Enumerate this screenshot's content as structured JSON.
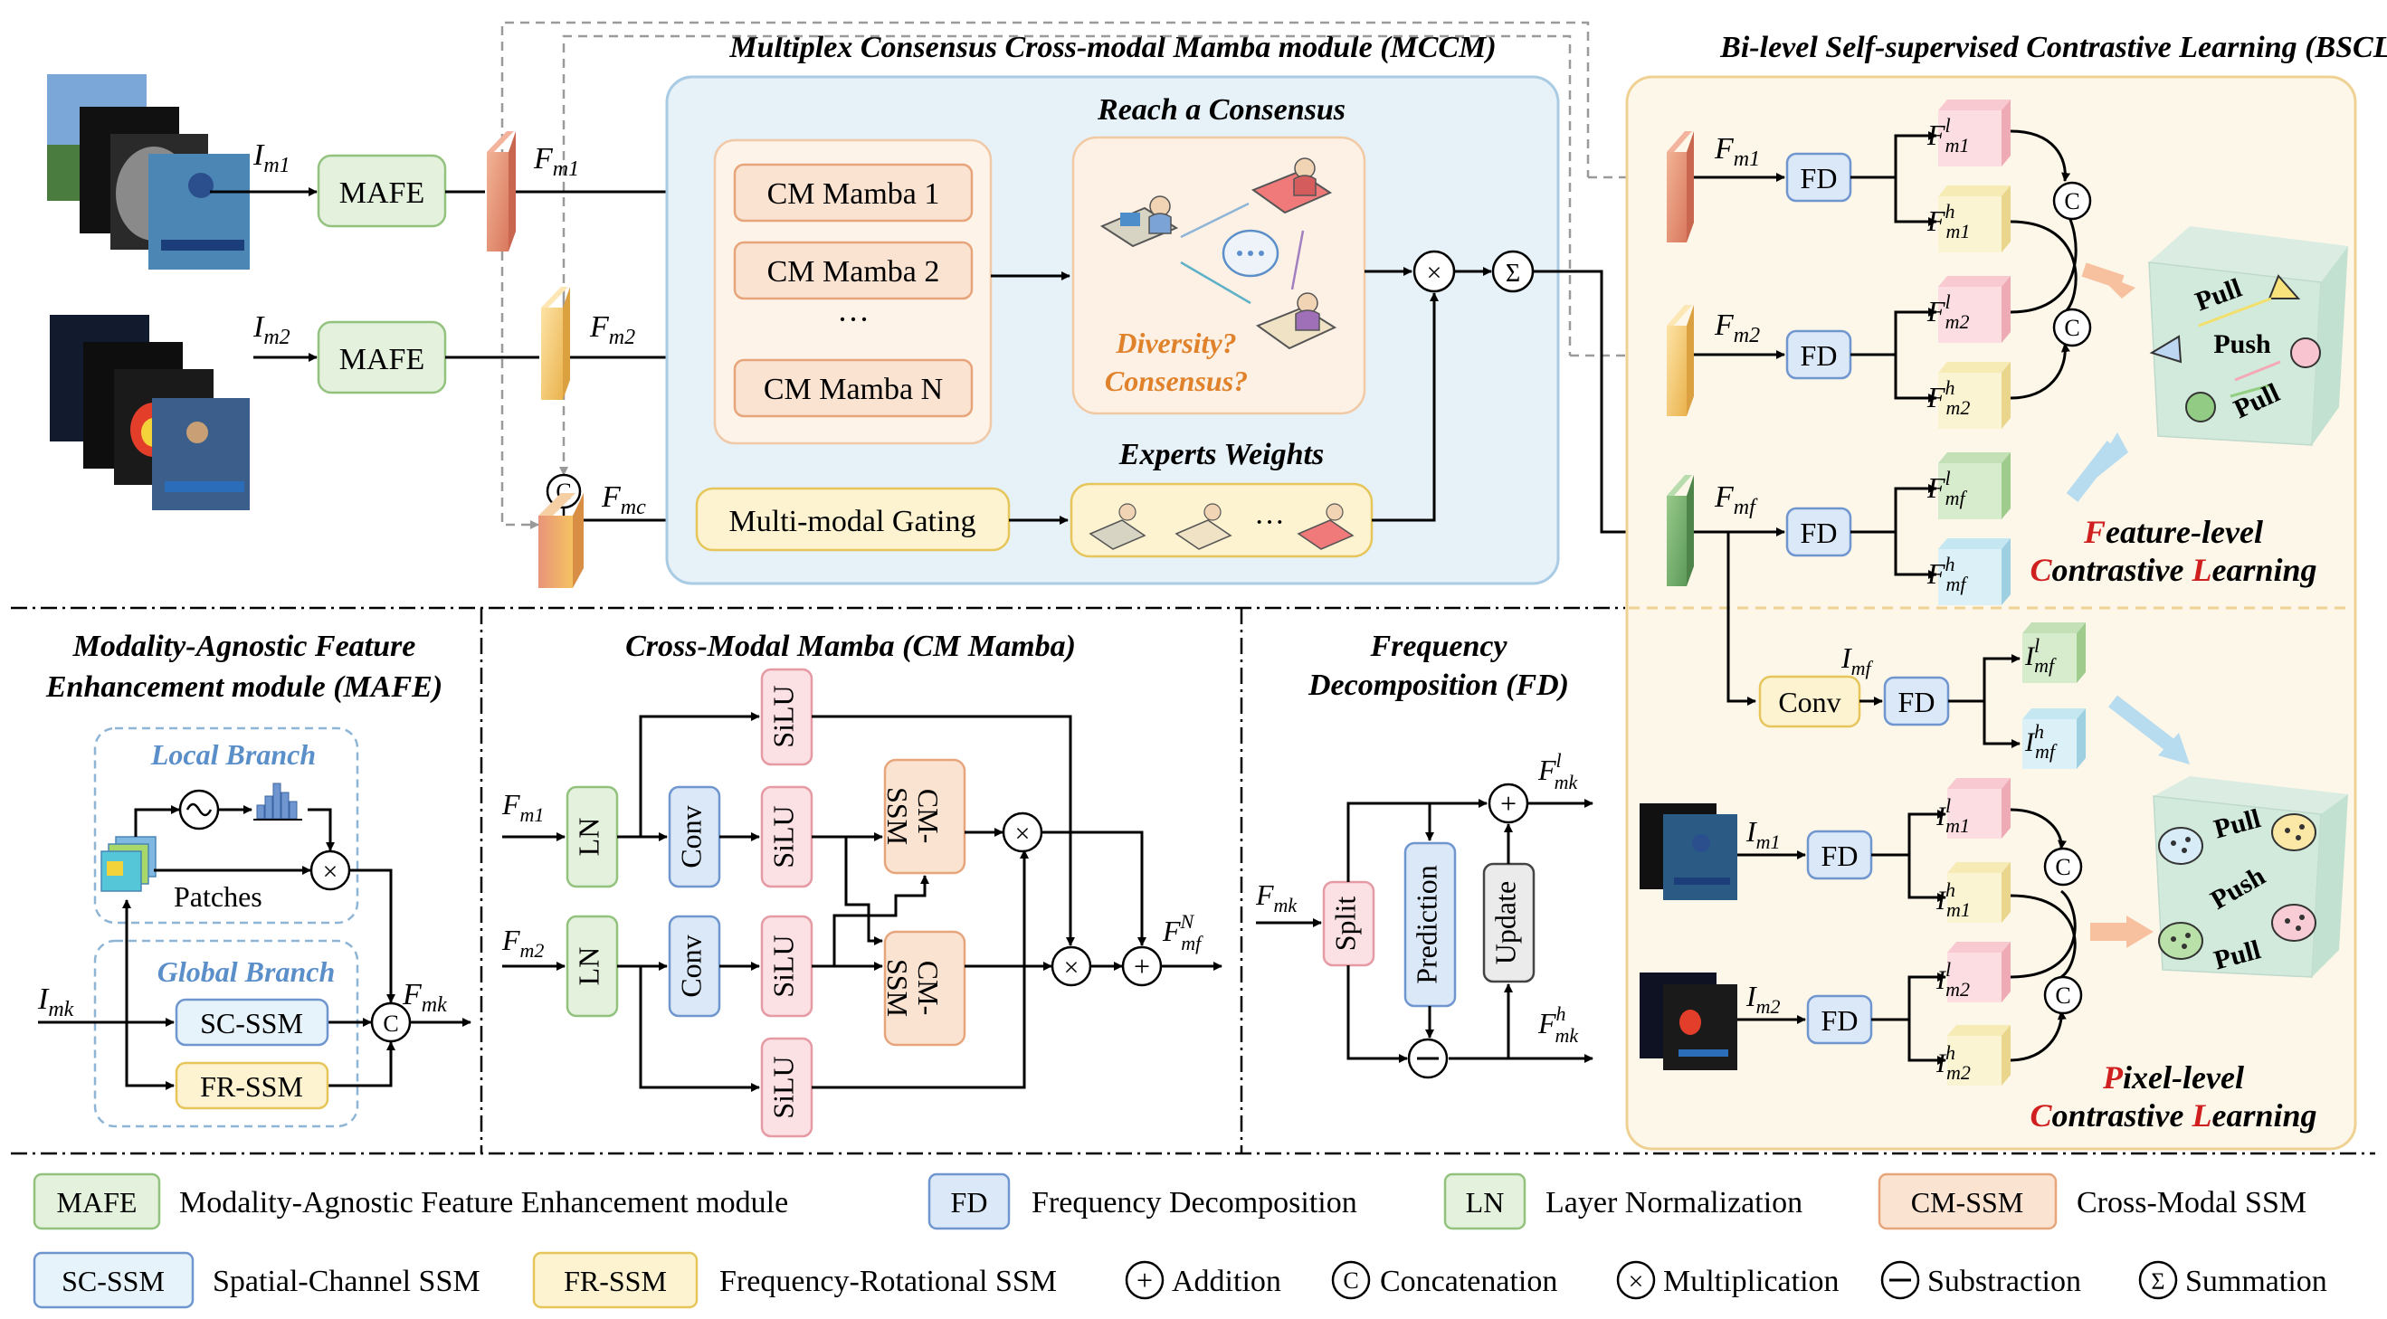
{
  "mccm": {
    "title": "Multiplex Consensus Cross-modal Mamba module (MCCM)"
  },
  "bscl": {
    "title": "Bi-level Self-supervised Contrastive Learning (BSCL)"
  },
  "input": {
    "i_m1": "I",
    "i_m1_sub": "m1",
    "i_m2": "I",
    "i_m2_sub": "m2",
    "mafe": "MAFE",
    "f_m1": "F",
    "f_m1_sub": "m1",
    "f_m2": "F",
    "f_m2_sub": "m2",
    "f_mc": "F",
    "f_mc_sub": "mc"
  },
  "experts": {
    "cm1": "CM Mamba 1",
    "cm2": "CM Mamba 2",
    "dots": "···",
    "cmn": "CM Mamba N",
    "reach_title": "Reach a Consensus",
    "diversity": "Diversity?",
    "consensus": "Consensus?",
    "gating": "Multi-modal Gating",
    "weights_title": "Experts Weights",
    "weights_dots": "···"
  },
  "feature_level": {
    "fd": "FD",
    "f_m1": "F",
    "f_m1_sub": "m1",
    "f_m2": "F",
    "f_m2_sub": "m2",
    "f_mf": "F",
    "f_mf_sub": "mf",
    "pull_1": "Pull",
    "push": "Push",
    "pull_2": "Pull",
    "label_1_cap": "F",
    "label_1_rest": "eature-level",
    "label_2_cap1": "C",
    "label_2_mid": "ontrastive ",
    "label_2_cap2": "L",
    "label_2_rest": "earning"
  },
  "pixel_level": {
    "conv": "Conv",
    "i_mf": "I",
    "i_mf_sub": "mf",
    "i_m1": "I",
    "i_m1_sub": "m1",
    "i_m2": "I",
    "i_m2_sub": "m2",
    "pull_1": "Pull",
    "push": "Push",
    "pull_2": "Pull",
    "label_1_cap": "P",
    "label_1_rest": "ixel-level",
    "label_2_cap1": "C",
    "label_2_mid": "ontrastive ",
    "label_2_cap2": "L",
    "label_2_rest": "earning"
  },
  "mafe_panel": {
    "title_1": "Modality-Agnostic Feature",
    "title_2": "Enhancement module (MAFE)",
    "local": "Local Branch",
    "global": "Global Branch",
    "patches": "Patches",
    "i_mk": "I",
    "i_mk_sub": "mk",
    "sc_ssm": "SC-SSM",
    "fr_ssm": "FR-SSM",
    "f_mk": "F",
    "f_mk_sub": "mk"
  },
  "cm_panel": {
    "title": "Cross-Modal Mamba (CM Mamba)",
    "f_m1": "F",
    "f_m1_sub": "m1",
    "f_m2": "F",
    "f_m2_sub": "m2",
    "ln": "LN",
    "conv": "Conv",
    "silu": "SiLU",
    "cm_ssm_1": "CM-",
    "cm_ssm_2": "SSM",
    "f_out": "F",
    "f_out_sub": "mf",
    "f_out_sup": "N"
  },
  "fd_panel": {
    "title_1": "Frequency",
    "title_2": "Decomposition (FD)",
    "f_mk": "F",
    "f_mk_sub": "mk",
    "split": "Split",
    "prediction": "Prediction",
    "update": "Update",
    "out_l": "F",
    "out_l_sup": "l",
    "out_l_sub": "mk",
    "out_h": "F",
    "out_h_sup": "h",
    "out_h_sub": "mk"
  },
  "legend": {
    "mafe_key": "MAFE",
    "mafe_desc": "Modality-Agnostic Feature Enhancement module",
    "fd_key": "FD",
    "fd_desc": "Frequency Decomposition",
    "ln_key": "LN",
    "ln_desc": "Layer Normalization",
    "cmssm_key": "CM-SSM",
    "cmssm_desc": "Cross-Modal SSM",
    "scssm_key": "SC-SSM",
    "scssm_desc": "Spatial-Channel SSM",
    "frssm_key": "FR-SSM",
    "frssm_desc": "Frequency-Rotational SSM",
    "add_desc": "Addition",
    "concat_desc": "Concatenation",
    "mult_desc": "Multiplication",
    "sub_desc": "Substraction",
    "sum_desc": "Summation"
  },
  "colors": {
    "green_box": "#e3f1dd",
    "green_border": "#92c27e",
    "blue_box": "#dbe8f8",
    "blue_border": "#6f96cf",
    "orange_box": "#fbe3d2",
    "orange_border": "#e7a57c",
    "yellow_box": "#fdf3d0",
    "yellow_border": "#e6c65a",
    "pink_box": "#fbe1e4",
    "pink_border": "#e59aa4",
    "mccm_bg": "#e6f1f8",
    "mccm_border": "#a9cbe3",
    "bscl_bg": "#fdf7e9",
    "bscl_border": "#efd193",
    "accent_red": "#d01f1f",
    "accent_orange": "#e0822b",
    "accent_blue": "#5b8fc9"
  }
}
